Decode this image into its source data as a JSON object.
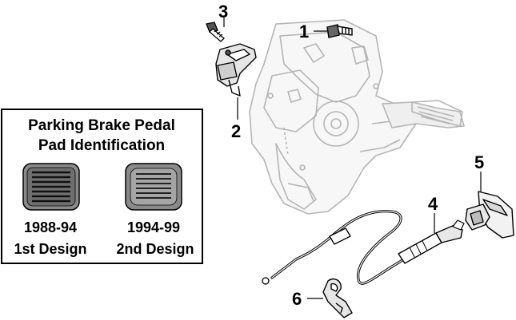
{
  "callouts": {
    "c1": "1",
    "c2": "2",
    "c3": "3",
    "c4": "4",
    "c5": "5",
    "c6": "6"
  },
  "id_box": {
    "title_line1": "Parking Brake Pedal",
    "title_line2": "Pad Identification",
    "pads": [
      {
        "years": "1988-94",
        "design": "1st Design"
      },
      {
        "years": "1994-99",
        "design": "2nd Design"
      }
    ]
  },
  "colors": {
    "line": "#000000",
    "ghost": "#b5b5b5",
    "pad_fill": "#8a8a8a",
    "box_border": "#000000"
  }
}
